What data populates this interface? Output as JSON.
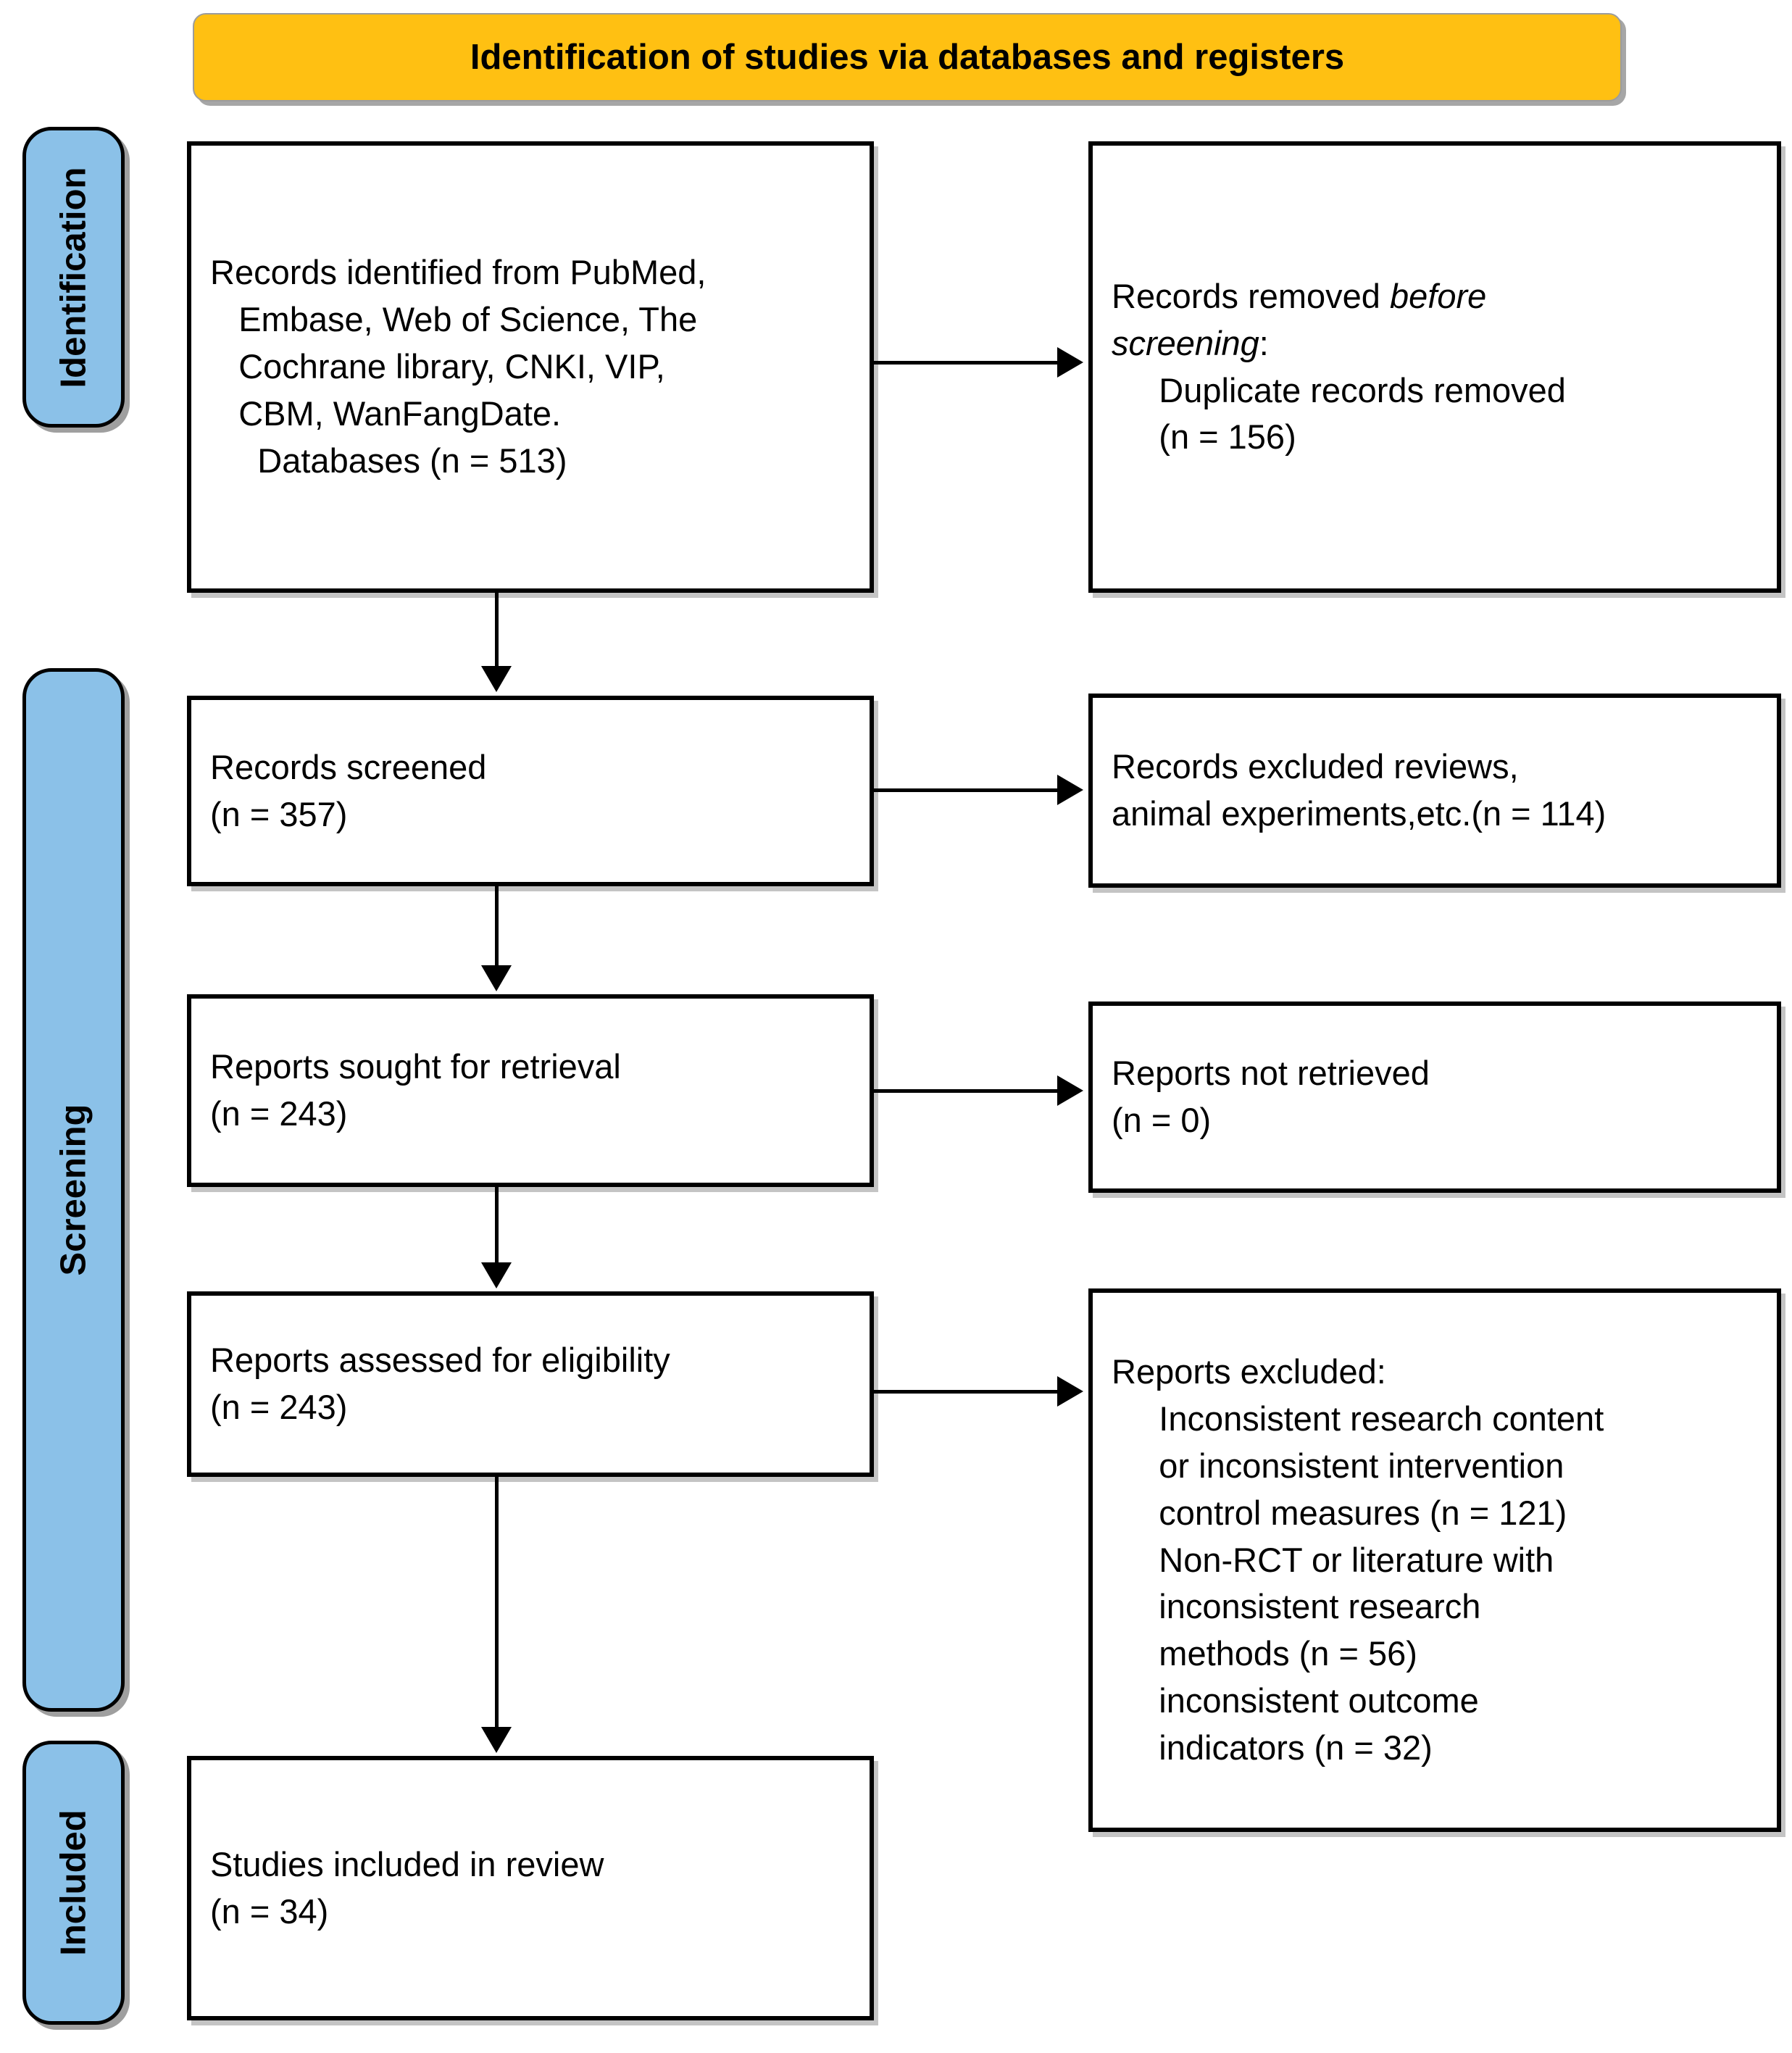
{
  "title": "Identification of studies via databases and registers",
  "colors": {
    "banner": "#FFC012",
    "stage_fill": "#8BC1E8",
    "box_border": "#000000",
    "arrow": "#000000"
  },
  "stages": [
    {
      "label": "Identification"
    },
    {
      "label": "Screening"
    },
    {
      "label": "Included"
    }
  ],
  "boxes": {
    "records_identified": "Records identified from PubMed,\n   Embase, Web of Science, The\n   Cochrane library, CNKI, VIP,\n   CBM, WanFangDate.\n     Databases (n = 513)",
    "records_removed": {
      "normal_start": "Records removed ",
      "italic": "before\nscreening",
      "normal_end": ":\n     Duplicate records removed\n     (n = 156)"
    },
    "records_screened": "Records screened\n(n = 357)",
    "records_excluded": "Records excluded reviews,\nanimal experiments,etc.(n = 114)",
    "reports_sought": "Reports sought for retrieval\n(n = 243)",
    "reports_not_retrieved": "Reports not retrieved\n(n = 0)",
    "reports_assessed": "Reports assessed for eligibility\n(n = 243)",
    "reports_excluded": "Reports excluded:\n     Inconsistent research content\n     or inconsistent intervention\n     control measures (n = 121)\n     Non-RCT or literature with\n     inconsistent research\n     methods (n = 56)\n     inconsistent outcome\n     indicators (n = 32)",
    "studies_included": "Studies included in review\n(n = 34)"
  }
}
